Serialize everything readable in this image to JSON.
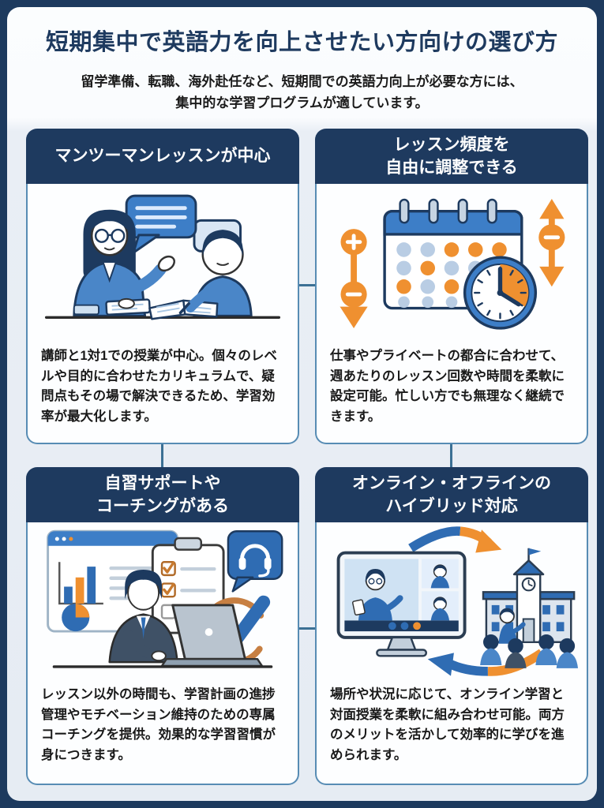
{
  "page": {
    "title": "短期集中で英語力を向上させたい方向けの選び方",
    "subtitle": "留学準備、転職、海外赴任など、短期間での英語力向上が必要な方には、\n集中的な学習プログラムが適しています。"
  },
  "colors": {
    "frame_navy": "#1d3a5e",
    "header_navy": "#1e3a5f",
    "accent_orange": "#ef9030",
    "accent_blue": "#3d7ec7",
    "content_background": "#e8eef5",
    "card_border_blue": "#578cb4",
    "connector_blue": "#3c7094"
  },
  "cards": [
    {
      "title": "マンツーマンレッスンが中心",
      "description": "講師と1対1での授業が中心。個々のレベルや目的に合わせたカリキュラムで、疑問点もその場で解決できるため、学習効率が最大化します。",
      "illustration": "one-on-one-lesson-illustration"
    },
    {
      "title": "レッスン頻度を\n自由に調整できる",
      "description": "仕事やプライベートの都合に合わせて、週あたりのレッスン回数や時間を柔軟に設定可能。忙しい方でも無理なく継続できます。",
      "illustration": "calendar-clock-illustration"
    },
    {
      "title": "自習サポートや\nコーチングがある",
      "description": "レッスン以外の時間も、学習計画の進捗管理やモチベーション維持のための専属コーチングを提供。効果的な学習習慣が身につきます。",
      "illustration": "coaching-support-illustration"
    },
    {
      "title": "オンライン・オフラインの\nハイブリッド対応",
      "description": "場所や状況に応じて、オンライン学習と対面授業を柔軟に組み合わせ可能。両方のメリットを活かして効率的に学びを進められます。",
      "illustration": "hybrid-online-offline-illustration"
    }
  ]
}
